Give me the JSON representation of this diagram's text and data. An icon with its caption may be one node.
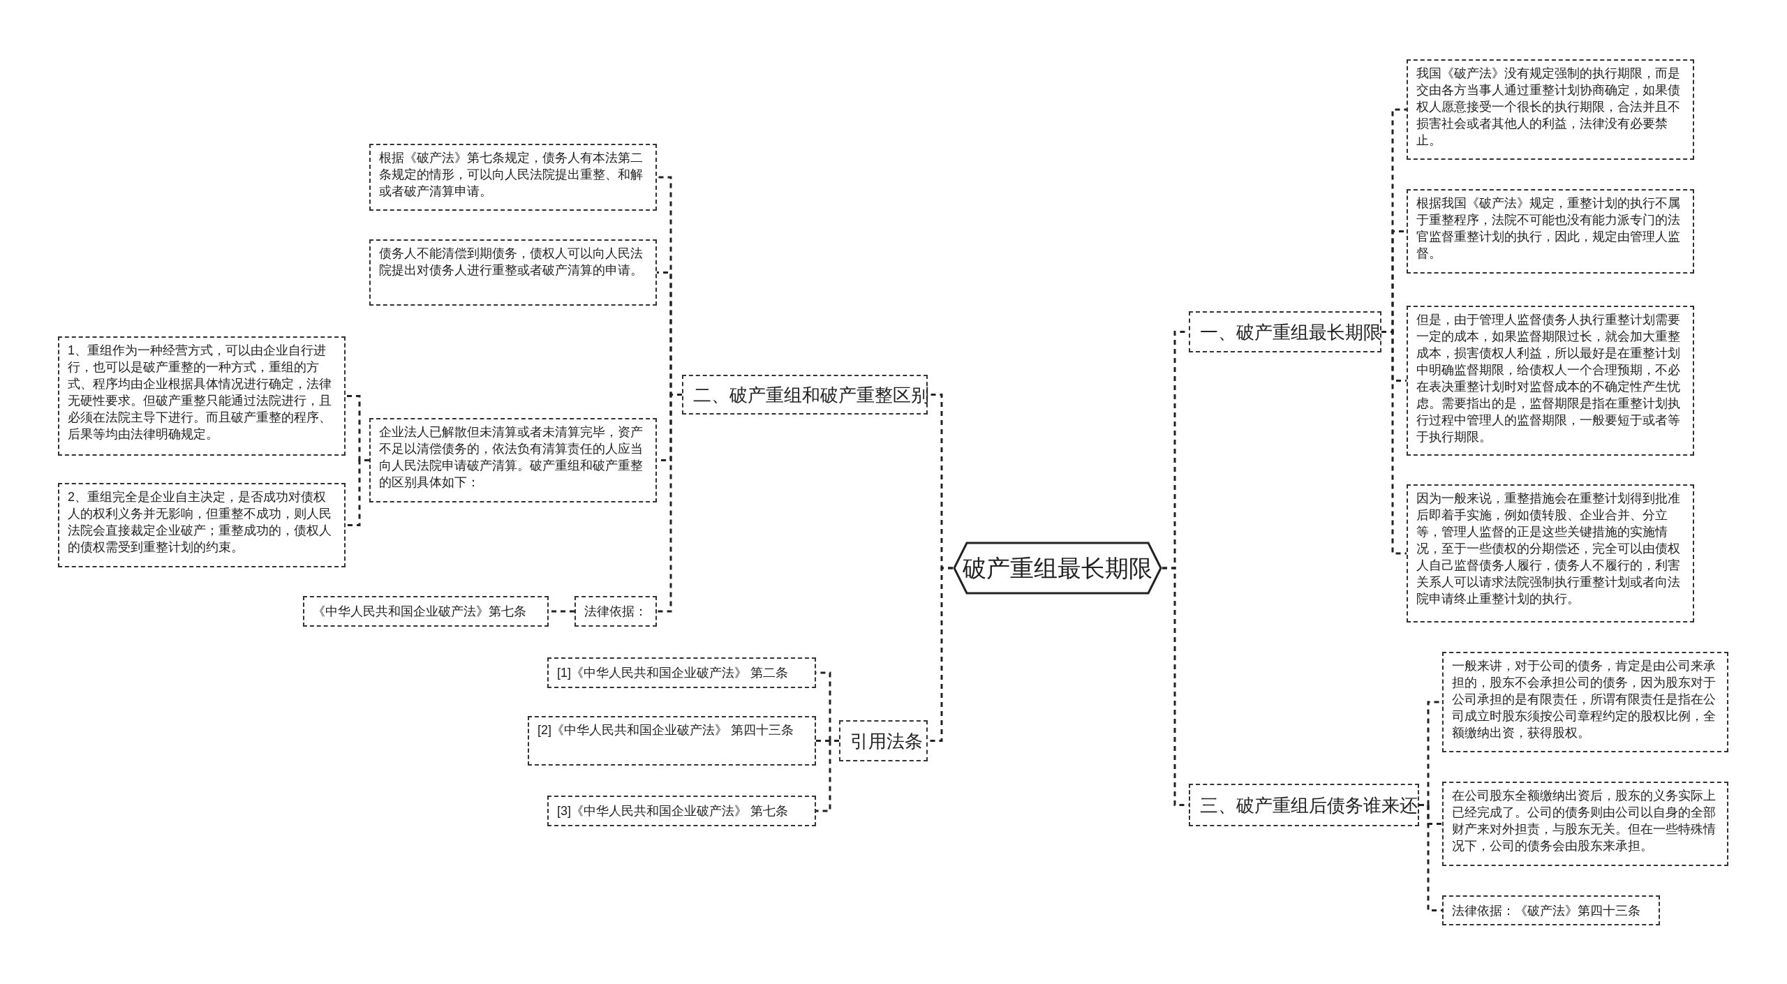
{
  "diagram": {
    "nodes": [
      {
        "text": [
          "破产重组最长期限"
        ]
      },
      {
        "text": [
          "一、破产重组最长期限"
        ]
      },
      {
        "text": [
          "我国《破产法》没有规定强制的执行期限，而是交由各方当事人通过重整计划协商确定，如果债权人愿意接受一个很长的执行期限，合法并且不损害社会或者其他人的利益，法律没有必要禁止。"
        ]
      },
      {
        "text": [
          "根据我国《破产法》规定，重整计划的执行不属于重整程序，法院不可能也没有能力派专门的法官监督重整计划的执行，因此，规定由管理人监督。"
        ]
      },
      {
        "text": [
          "但是，由于管理人监督债务人执行重整计划需要一定的成本，如果监督期限过长，就会加大重整成本，损害债权人利益，所以最好是在重整计划中明确监督期限，给债权人一个合理预期，不必在表决重整计划时对监督成本的不确定性产生忧虑。需要指出的是，监督期限是指在重整计划执行过程中管理人的监督期限，一般要短于或者等于执行期限。"
        ]
      },
      {
        "text": [
          "因为一般来说，重整措施会在重整计划得到批准后即着手实施，例如债转股、企业合并、分立等，管理人监督的正是这些关键措施的实施情况，至于一些债权的分期偿还，完全可以由债权人自己监督债务人履行，债务人不履行的，利害关系人可以请求法院强制执行重整计划或者向法院申请终止重整计划的执行。"
        ]
      },
      {
        "text": [
          "三、破产重组后债务谁来还"
        ]
      },
      {
        "text": [
          "一般来讲，对于公司的债务，肯定是由公司来承担的，股东不会承担公司的债务，因为股东对于公司承担的是有限责任，所谓有限责任是指在公司成立时股东须按公司章程约定的股权比例，全额缴纳出资，获得股权。"
        ]
      },
      {
        "text": [
          "在公司股东全额缴纳出资后，股东的义务实际上已经完成了。公司的债务则由公司以自身的全部财产来对外担责，与股东无关。但在一些特殊情况下，公司的债务会由股东来承担。"
        ]
      },
      {
        "text": [
          "法律依据：《破产法》第四十三条"
        ]
      },
      {
        "text": [
          "二、破产重组和破产重整区别"
        ]
      },
      {
        "text": [
          "根据《破产法》第七条规定，债务人有本法第二条规定的情形，可以向人民法院提出重整、和解或者破产清算申请。"
        ]
      },
      {
        "text": [
          "债务人不能清偿到期债务，债权人可以向人民法院提出对债务人进行重整或者破产清算的申请。"
        ]
      },
      {
        "text": [
          "企业法人已解散但未清算或者未清算完毕，资产不足以清偿债务的，依法负有清算责任的人应当向人民法院申请破产清算。破产重组和破产重整的区别具体如下："
        ]
      },
      {
        "text": [
          "1、重组作为一种经营方式，可以由企业自行进行，也可以是破产重整的一种方式，重组的方式、程序均由企业根据具体情况进行确定，法律无硬性要求。但破产重整只能通过法院进行，且必须在法院主导下进行。而且破产重整的程序、后果等均由法律明确规定。"
        ]
      },
      {
        "text": [
          "2、重组完全是企业自主决定，是否成功对债权人的权利义务并无影响，但重整不成功，则人民法院会直接裁定企业破产；重整成功的，债权人的债权需受到重整计划的约束。"
        ]
      },
      {
        "text": [
          "法律依据："
        ]
      },
      {
        "text": [
          "《中华人民共和国企业破产法》第七条"
        ]
      },
      {
        "text": [
          "引用法条"
        ]
      },
      {
        "text": [
          "[1]《中华人民共和国企业破产法》 第二条"
        ]
      },
      {
        "text": [
          "[2]《中华人民共和国企业破产法》 第四十三条"
        ]
      },
      {
        "text": [
          "[3]《中华人民共和国企业破产法》 第七条"
        ]
      }
    ],
    "edges": [
      {
        "from": 0,
        "to": 1,
        "arrow": "none"
      },
      {
        "from": 1,
        "to": 2,
        "arrow": "none"
      },
      {
        "from": 1,
        "to": 3,
        "arrow": "none"
      },
      {
        "from": 1,
        "to": 4,
        "arrow": "none"
      },
      {
        "from": 1,
        "to": 5,
        "arrow": "none"
      },
      {
        "from": 0,
        "to": 6,
        "arrow": "none"
      },
      {
        "from": 6,
        "to": 7,
        "arrow": "none"
      },
      {
        "from": 6,
        "to": 8,
        "arrow": "none"
      },
      {
        "from": 6,
        "to": 9,
        "arrow": "none"
      },
      {
        "from": 0,
        "to": 10,
        "arrow": "none"
      },
      {
        "from": 10,
        "to": 11,
        "arrow": "none"
      },
      {
        "from": 10,
        "to": 12,
        "arrow": "none"
      },
      {
        "from": 10,
        "to": 13,
        "arrow": "none"
      },
      {
        "from": 13,
        "to": 14,
        "arrow": "none"
      },
      {
        "from": 13,
        "to": 15,
        "arrow": "none"
      },
      {
        "from": 10,
        "to": 16,
        "arrow": "none"
      },
      {
        "from": 16,
        "to": 17,
        "arrow": "none"
      },
      {
        "from": 0,
        "to": 18,
        "arrow": "none"
      },
      {
        "from": 18,
        "to": 19,
        "arrow": "none"
      },
      {
        "from": 18,
        "to": 20,
        "arrow": "none"
      },
      {
        "from": 18,
        "to": 21,
        "arrow": "none"
      }
    ]
  }
}
